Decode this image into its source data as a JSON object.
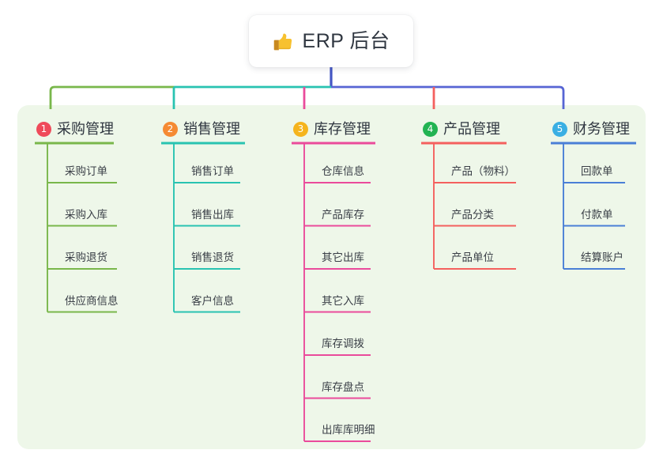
{
  "diagram": {
    "type": "mind-map",
    "root": {
      "icon": "thumbs-up-icon",
      "title": "ERP 后台"
    },
    "panel_color": "#eef7e9",
    "branches": [
      {
        "index": "1",
        "label": "采购管理",
        "color": "#79b74b",
        "badge_color": "#ef4a5a",
        "children": [
          "采购订单",
          "采购入库",
          "采购退货",
          "供应商信息"
        ]
      },
      {
        "index": "2",
        "label": "销售管理",
        "color": "#29c3b1",
        "badge_color": "#f58a33",
        "children": [
          "销售订单",
          "销售出库",
          "销售退货",
          "客户信息"
        ]
      },
      {
        "index": "3",
        "label": "库存管理",
        "color": "#ea4b9b",
        "badge_color": "#f5b41d",
        "children": [
          "仓库信息",
          "产品库存",
          "其它出库",
          "其它入库",
          "库存调拨",
          "库存盘点",
          "出库库明细"
        ]
      },
      {
        "index": "4",
        "label": "产品管理",
        "color": "#f4605e",
        "badge_color": "#22b352",
        "children": [
          "产品（物料）",
          "产品分类",
          "产品单位"
        ]
      },
      {
        "index": "5",
        "label": "财务管理",
        "color": "#4a7fd6",
        "badge_color": "#3aafe3",
        "children": [
          "回款单",
          "付款单",
          "结算账户"
        ]
      }
    ],
    "trunk": {
      "stem_color": "#4456c4",
      "left_segment_color": "#29c3b1",
      "right_segment_color": "#5765d4"
    }
  }
}
